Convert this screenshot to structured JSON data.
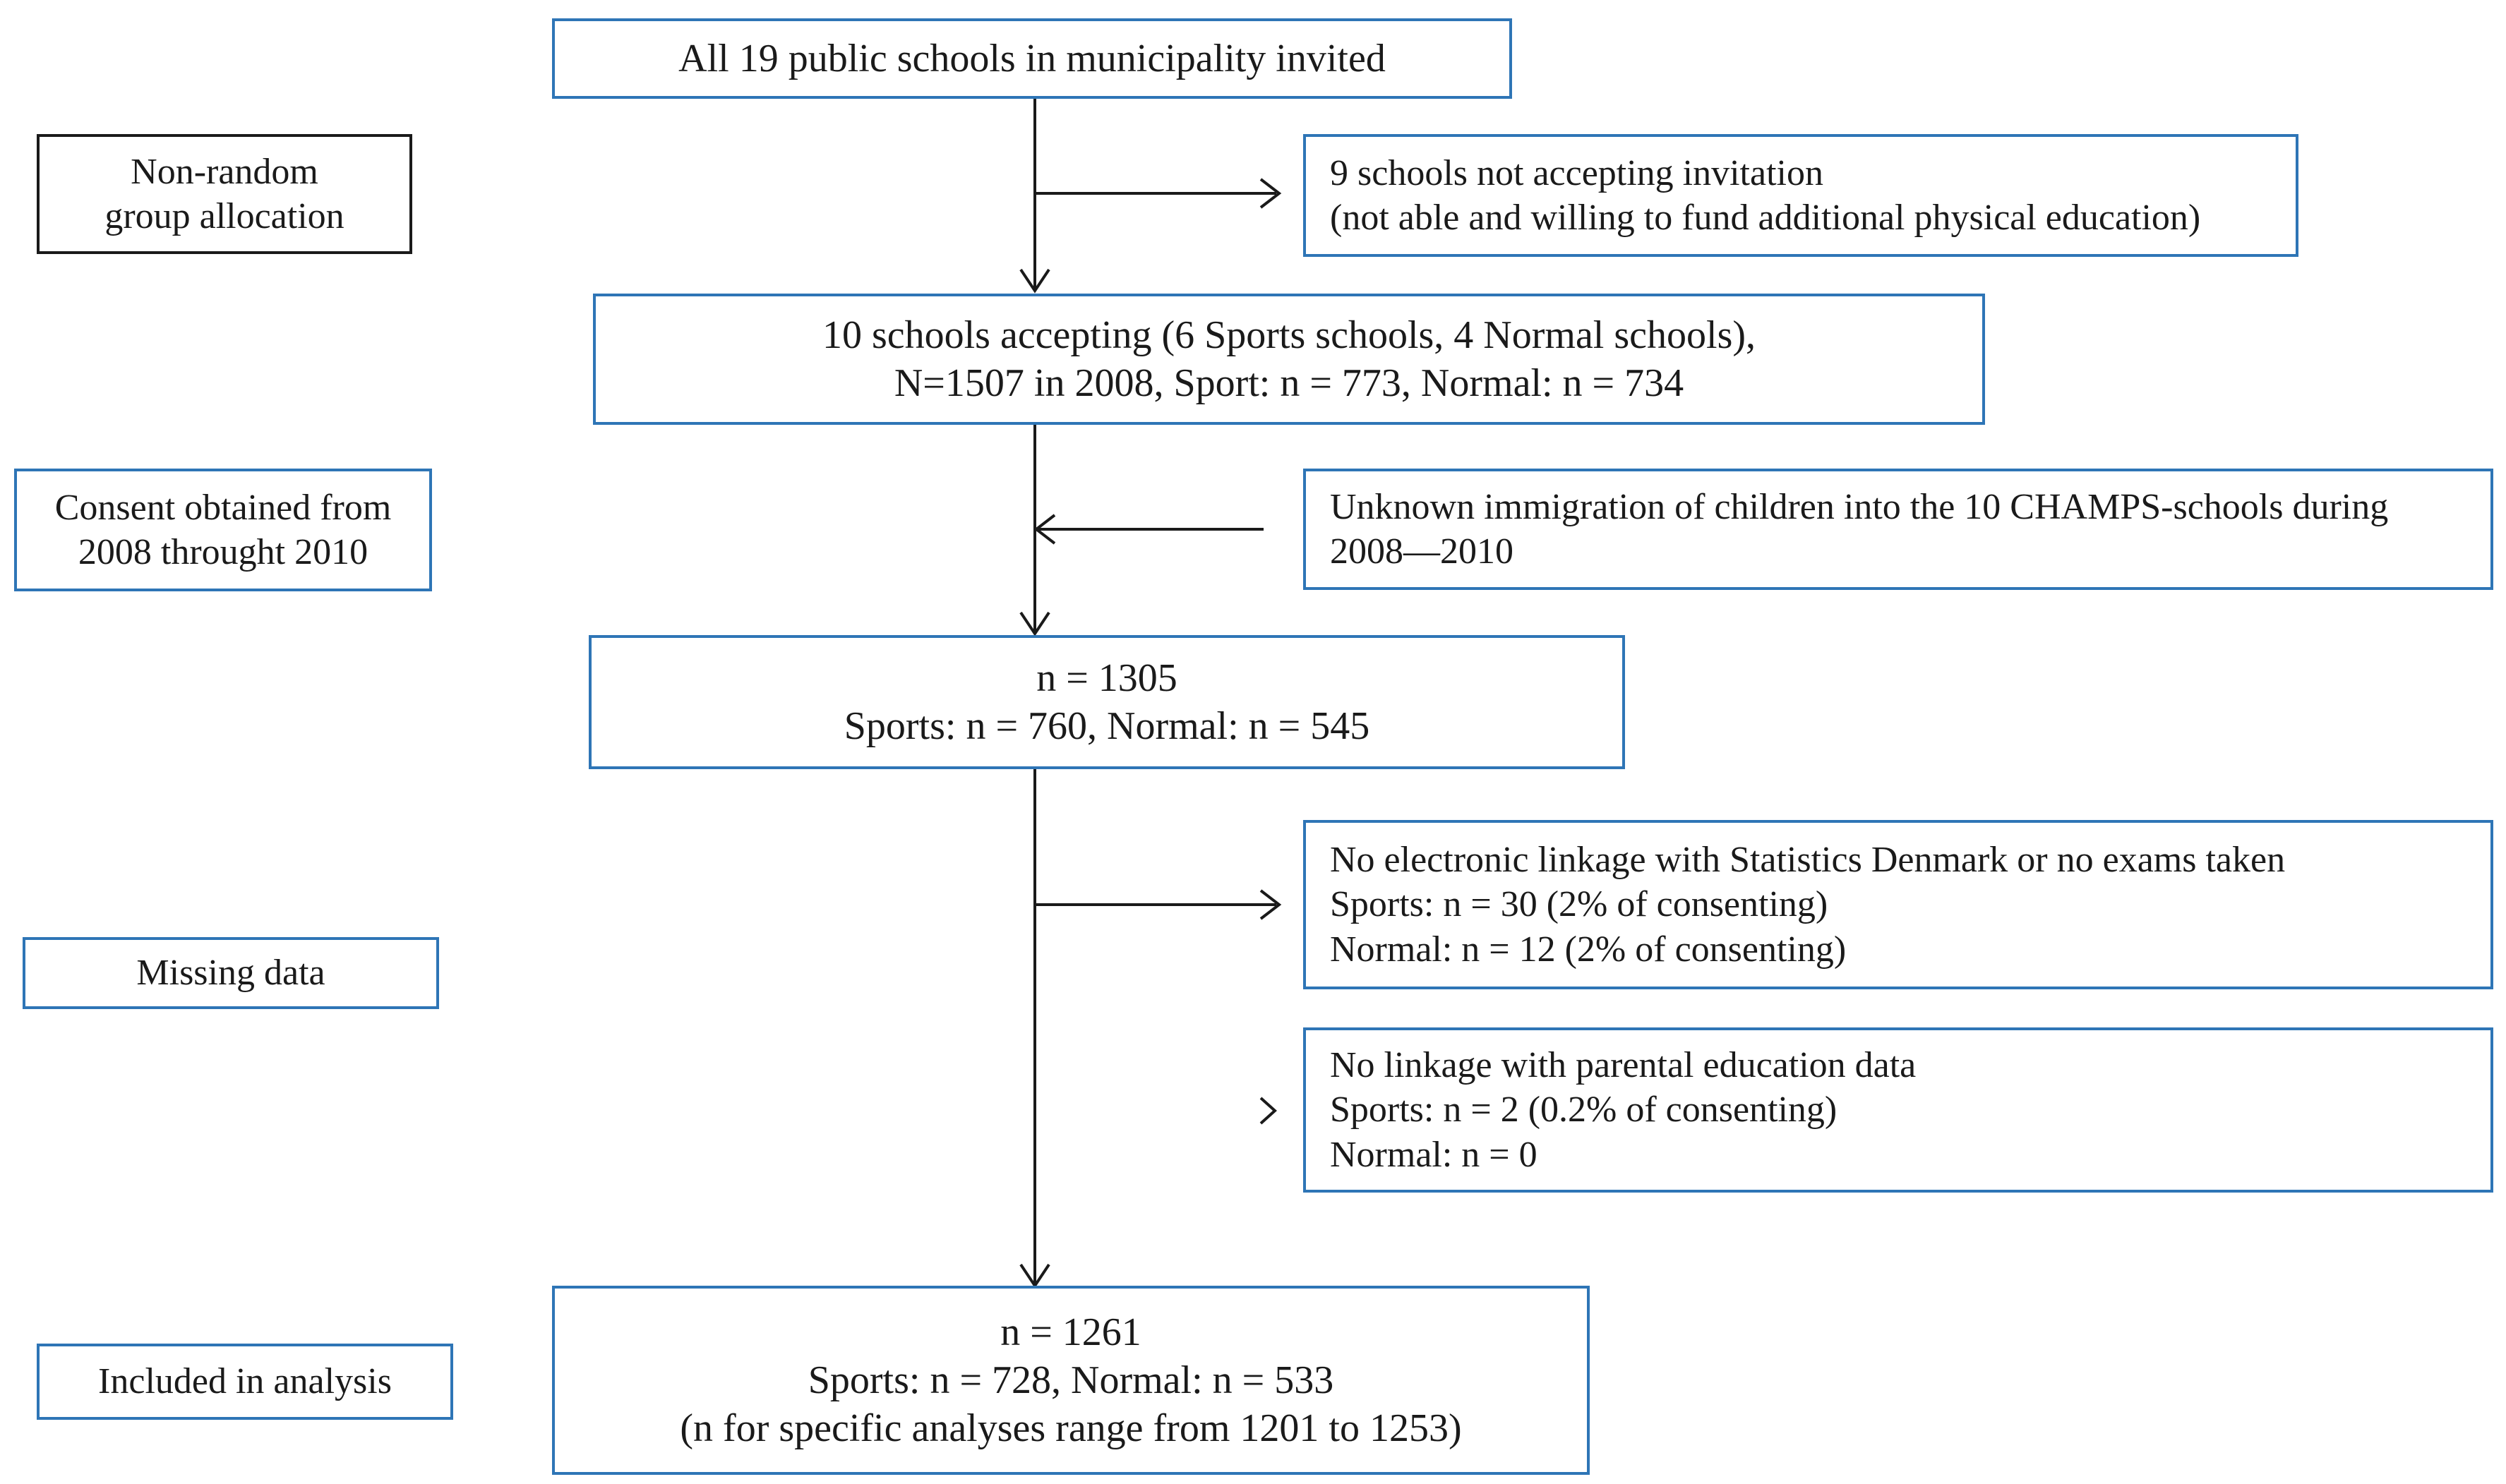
{
  "side_labels": {
    "non_random": [
      "Non-random",
      "group allocation"
    ],
    "consent": [
      "Consent obtained from",
      "2008 throught 2010"
    ],
    "missing": [
      "Missing data"
    ],
    "included": [
      "Included in analysis"
    ]
  },
  "main_boxes": {
    "invited": "All 19 public schools in municipality invited",
    "accepting_line1": "10 schools accepting (6 Sports schools, 4 Normal schools),",
    "accepting_line2": "N=1507 in 2008, Sport: n = 773, Normal: n = 734",
    "consenting_line1": "n = 1305",
    "consenting_line2": "Sports: n = 760, Normal: n = 545",
    "final_line1": "n = 1261",
    "final_line2": "Sports: n = 728, Normal: n = 533",
    "final_line3": "(n for specific analyses range from 1201 to 1253)"
  },
  "side_boxes": {
    "not_accepting_line1": "9 schools not accepting invitation",
    "not_accepting_line2": "(not able and willing to fund additional physical education)",
    "immigration_line1": "Unknown immigration of children into the 10 CHAMPS-schools during",
    "immigration_line2": "2008—2010",
    "no_linkage_line1": "No electronic linkage with Statistics Denmark or no exams taken",
    "no_linkage_line2": "Sports: n = 30 (2% of consenting)",
    "no_linkage_line3": "Normal: n = 12 (2% of consenting)",
    "no_parental_line1": "No linkage with parental education data",
    "no_parental_line2": "Sports: n = 2 (0.2% of consenting)",
    "no_parental_line3": "Normal: n = 0"
  },
  "colors": {
    "box_border": "#2e75b6",
    "label_border": "#1a1a1a",
    "line": "#1a1a1a"
  }
}
